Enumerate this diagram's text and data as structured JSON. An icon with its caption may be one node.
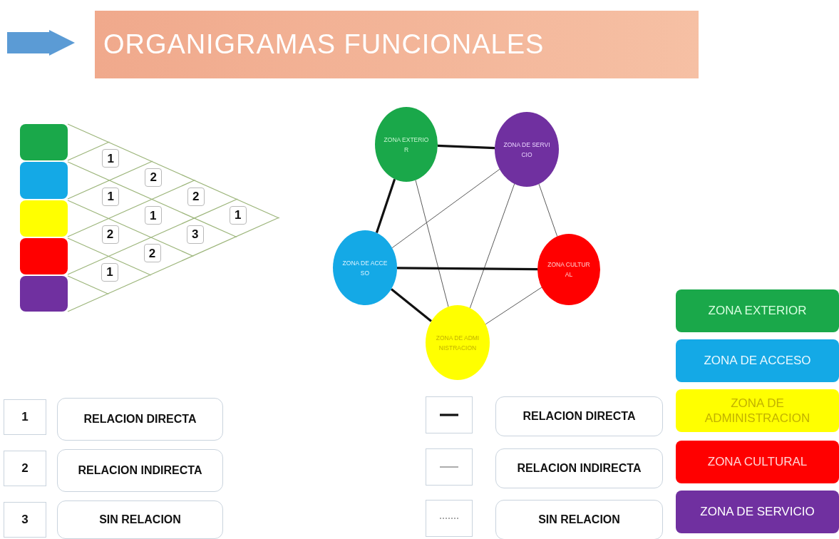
{
  "diagram": {
    "nodes": [
      {
        "text": [
          "ORGANIGRAMAS FUNCIONALES"
        ]
      },
      {
        "text": [],
        "shape": "box"
      },
      {
        "text": [],
        "shape": "box"
      },
      {
        "text": [],
        "shape": "box"
      },
      {
        "text": [],
        "shape": "box"
      },
      {
        "text": [],
        "shape": "box"
      },
      {
        "text": [
          "1"
        ]
      },
      {
        "text": [
          "2"
        ]
      },
      {
        "text": [
          "2"
        ]
      },
      {
        "text": [
          "1"
        ]
      },
      {
        "text": [
          "1"
        ]
      },
      {
        "text": [
          "1"
        ]
      },
      {
        "text": [
          "3"
        ]
      },
      {
        "text": [
          "2"
        ]
      },
      {
        "text": [
          "2"
        ]
      },
      {
        "text": [
          "1"
        ]
      },
      {
        "text": [
          "ZONA EXTERIOR"
        ]
      },
      {
        "text": [
          "ZONA DE SERVICIO"
        ]
      },
      {
        "text": [
          "ZONA DE ACCESO"
        ]
      },
      {
        "text": [
          "ZONA CULTURAL"
        ]
      },
      {
        "text": [
          "ZONA DE ADMINISTRACION"
        ]
      },
      {
        "text": [
          "1"
        ]
      },
      {
        "text": [
          "RELACION DIRECTA"
        ]
      },
      {
        "text": [
          "2"
        ]
      },
      {
        "text": [
          "RELACION INDIRECTA"
        ]
      },
      {
        "text": [
          "3"
        ]
      },
      {
        "text": [
          "SIN RELACION"
        ]
      },
      {
        "text": [
          "ZONA EXTERIOR"
        ]
      },
      {
        "text": [
          "ZONA DE ACCESO"
        ]
      },
      {
        "text": [
          "ZONA DE ADMINISTRACION"
        ]
      },
      {
        "text": [
          "ZONA CULTURAL"
        ]
      },
      {
        "text": [
          "ZONA DE SERVICIO"
        ]
      }
    ],
    "edges": [
      {
        "from": null,
        "to": 0,
        "arrow": "to",
        "style": "thick",
        "color": "#5b9bd5"
      },
      {
        "from": 16,
        "to": 17,
        "arrow": "none",
        "style": "thick"
      },
      {
        "from": 16,
        "to": 18,
        "arrow": "none",
        "style": "thick"
      },
      {
        "from": 16,
        "to": 20,
        "arrow": "none"
      },
      {
        "from": 17,
        "to": 18,
        "arrow": "none"
      },
      {
        "from": 17,
        "to": 20,
        "arrow": "none"
      },
      {
        "from": 17,
        "to": 19,
        "arrow": "none"
      },
      {
        "from": 18,
        "to": 19,
        "arrow": "none",
        "style": "thick"
      },
      {
        "from": 18,
        "to": 20,
        "arrow": "none",
        "style": "thick"
      },
      {
        "from": 19,
        "to": 20,
        "arrow": "none"
      }
    ],
    "legend": [
      {
        "text": "RELACION DIRECTA"
      },
      {
        "text": "RELACION INDIRECTA"
      },
      {
        "text": "SIN RELACION"
      }
    ]
  }
}
